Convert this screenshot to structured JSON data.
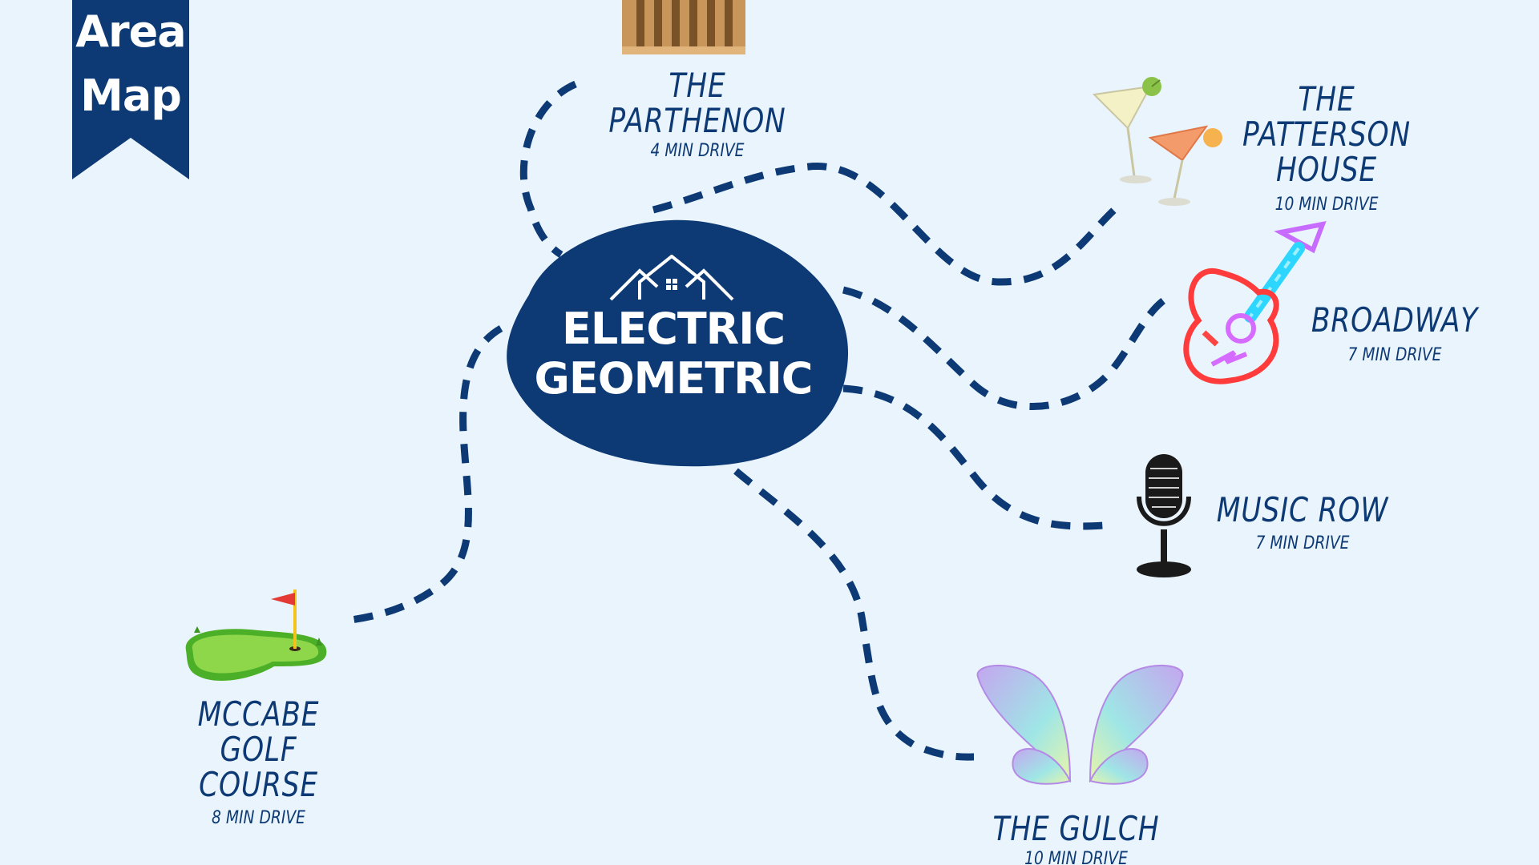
{
  "banner": {
    "line1": "Area",
    "line2": "Map"
  },
  "hub": {
    "line1": "ELECTRIC",
    "line2": "GEOMETRIC"
  },
  "destinations": [
    {
      "id": "parthenon",
      "name": "THE PARTHENON",
      "drive": "4 MIN DRIVE",
      "icon": "parthenon-icon"
    },
    {
      "id": "patterson",
      "name_line1": "THE PATTERSON",
      "name_line2": "HOUSE",
      "drive": "10 MIN DRIVE",
      "icon": "cocktail-icon"
    },
    {
      "id": "broadway",
      "name": "BROADWAY",
      "drive": "7 MIN DRIVE",
      "icon": "neon-guitar-icon"
    },
    {
      "id": "music_row",
      "name": "MUSIC ROW",
      "drive": "7 MIN DRIVE",
      "icon": "microphone-icon"
    },
    {
      "id": "gulch",
      "name": "THE GULCH",
      "drive": "10 MIN DRIVE",
      "icon": "butterfly-wings-icon"
    },
    {
      "id": "mccabe",
      "name_line1": "MCCABE GOLF",
      "name_line2": "COURSE",
      "drive": "8 MIN DRIVE",
      "icon": "golf-green-icon"
    }
  ],
  "colors": {
    "background": "#eaf4fc",
    "navy": "#0d3a75",
    "white": "#ffffff"
  }
}
